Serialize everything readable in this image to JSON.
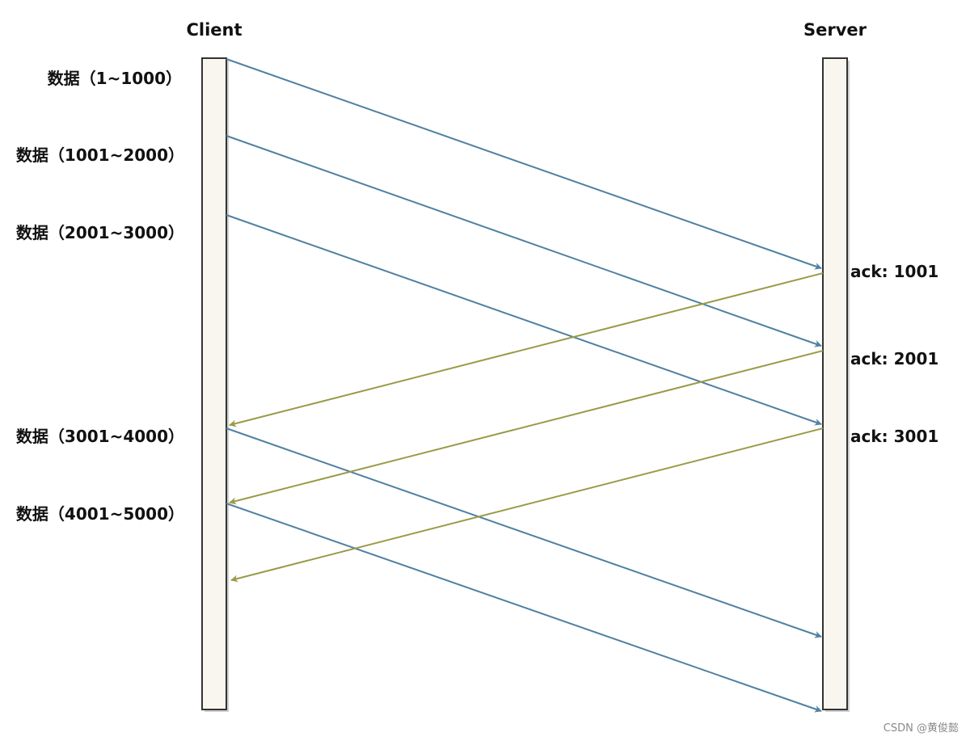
{
  "client": {
    "label": "Client"
  },
  "server": {
    "label": "Server"
  },
  "lifeline_fill": "#f8f6ee",
  "colors": {
    "data_arrow": "#4f81a2",
    "ack_arrow": "#9a9a48"
  },
  "data_segments": [
    {
      "label": "数据（1~1000）"
    },
    {
      "label": "数据（1001~2000）"
    },
    {
      "label": "数据（2001~3000）"
    },
    {
      "label": "数据（3001~4000）"
    },
    {
      "label": "数据（4001~5000）"
    }
  ],
  "acks": [
    {
      "label": "ack: 1001"
    },
    {
      "label": "ack: 2001"
    },
    {
      "label": "ack: 3001"
    }
  ],
  "watermark": "CSDN @黄俊懿"
}
